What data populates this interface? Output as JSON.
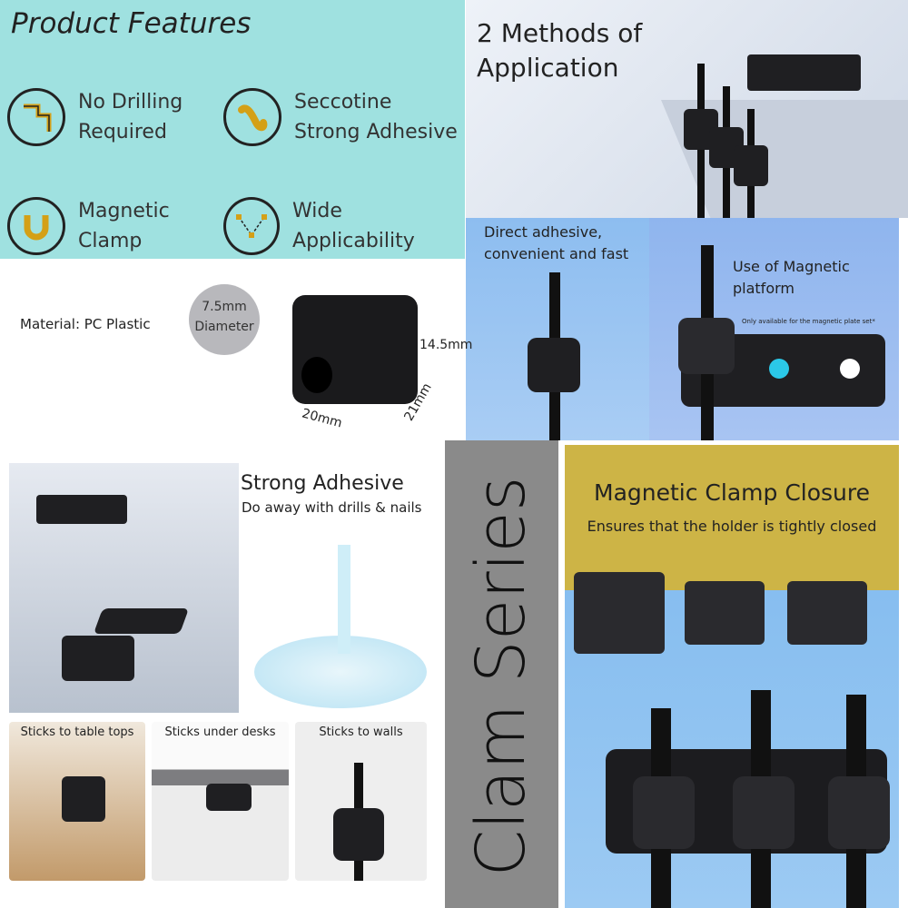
{
  "features": {
    "title": "Product Features",
    "items": [
      {
        "label": "No Drilling\nRequired",
        "icon": "no-drilling-icon"
      },
      {
        "label": "Seccotine\nStrong Adhesive",
        "icon": "adhesive-icon"
      },
      {
        "label": "Magnetic\nClamp",
        "icon": "magnet-icon"
      },
      {
        "label": "Wide Applicability",
        "icon": "vector-nodes-icon"
      }
    ]
  },
  "methods": {
    "title": "2 Methods of\nApplication"
  },
  "direct": {
    "label": "Direct adhesive,\nconvenient and fast"
  },
  "magnetic": {
    "label": "Use of Magnetic\nplatform",
    "note": "Only available for the magnetic plate set*"
  },
  "spec": {
    "material": "Material: PC Plastic",
    "diameter_value": "7.5mm",
    "diameter_label": "Diameter",
    "height": "14.5mm",
    "width": "20mm",
    "depth": "21mm"
  },
  "adhesive": {
    "title": "Strong Adhesive",
    "subtitle": "Do away with drills & nails",
    "uses": [
      "Sticks to table tops",
      "Sticks under desks",
      "Sticks to walls"
    ]
  },
  "series": {
    "name": "Clam Series"
  },
  "clamp": {
    "title": "Magnetic Clamp Closure",
    "subtitle": "Ensures that the holder is tightly closed"
  },
  "colors": {
    "teal": "#9fe1e0",
    "gold": "#cdb446",
    "band": "#8a8a8a",
    "blue": "#8dbdf0"
  }
}
